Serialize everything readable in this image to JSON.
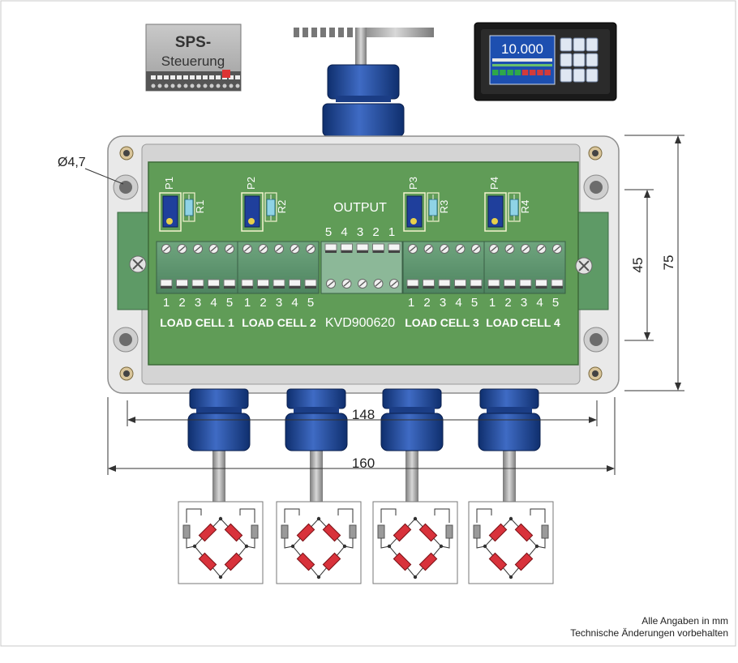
{
  "sps": {
    "line1": "SPS-",
    "line2": "Steuerung"
  },
  "display": {
    "value": "10.000"
  },
  "box": {
    "hole_label": "Ø4,7",
    "output_label": "OUTPUT",
    "model": "KVD900620",
    "pots": [
      "P1",
      "P2",
      "P3",
      "P4"
    ],
    "resistors": [
      "R1",
      "R2",
      "R3",
      "R4"
    ],
    "terminal_numbers": [
      "1",
      "2",
      "3",
      "4",
      "5"
    ],
    "output_numbers": [
      "5",
      "4",
      "3",
      "2",
      "1"
    ],
    "load_cells": [
      "LOAD CELL 1",
      "LOAD CELL 2",
      "LOAD CELL 3",
      "LOAD CELL 4"
    ]
  },
  "dimensions": {
    "inner_width": "148",
    "outer_width": "160",
    "inner_height": "45",
    "outer_height": "75"
  },
  "footnote": {
    "line1": "Alle Angaben in mm",
    "line2": "Technische Änderungen vorbehalten"
  }
}
